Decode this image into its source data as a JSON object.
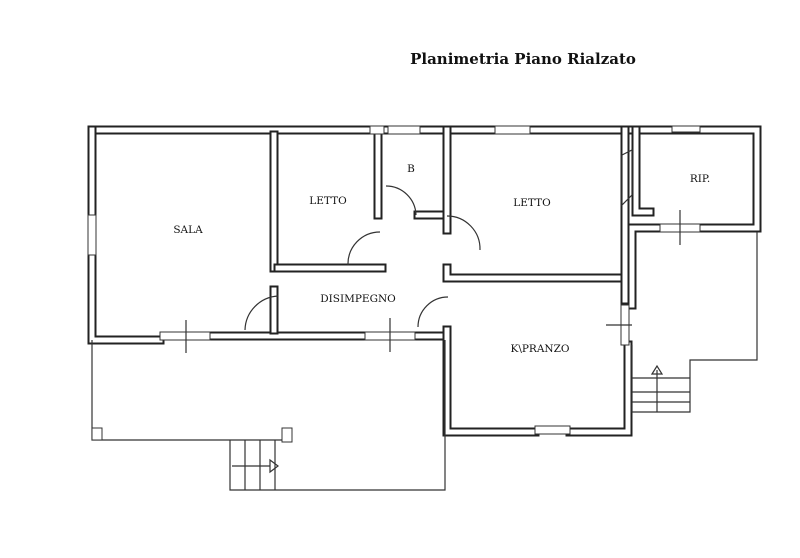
{
  "title": "Planimetria Piano Rialzato",
  "rooms": {
    "sala": "SALA",
    "letto_1": "LETTO",
    "bagno": "B",
    "letto_2": "LETTO",
    "ripostiglio": "RIP.",
    "disimpegno": "DISIMPEGNO",
    "cucina_pranzo": "K\\PRANZO"
  }
}
